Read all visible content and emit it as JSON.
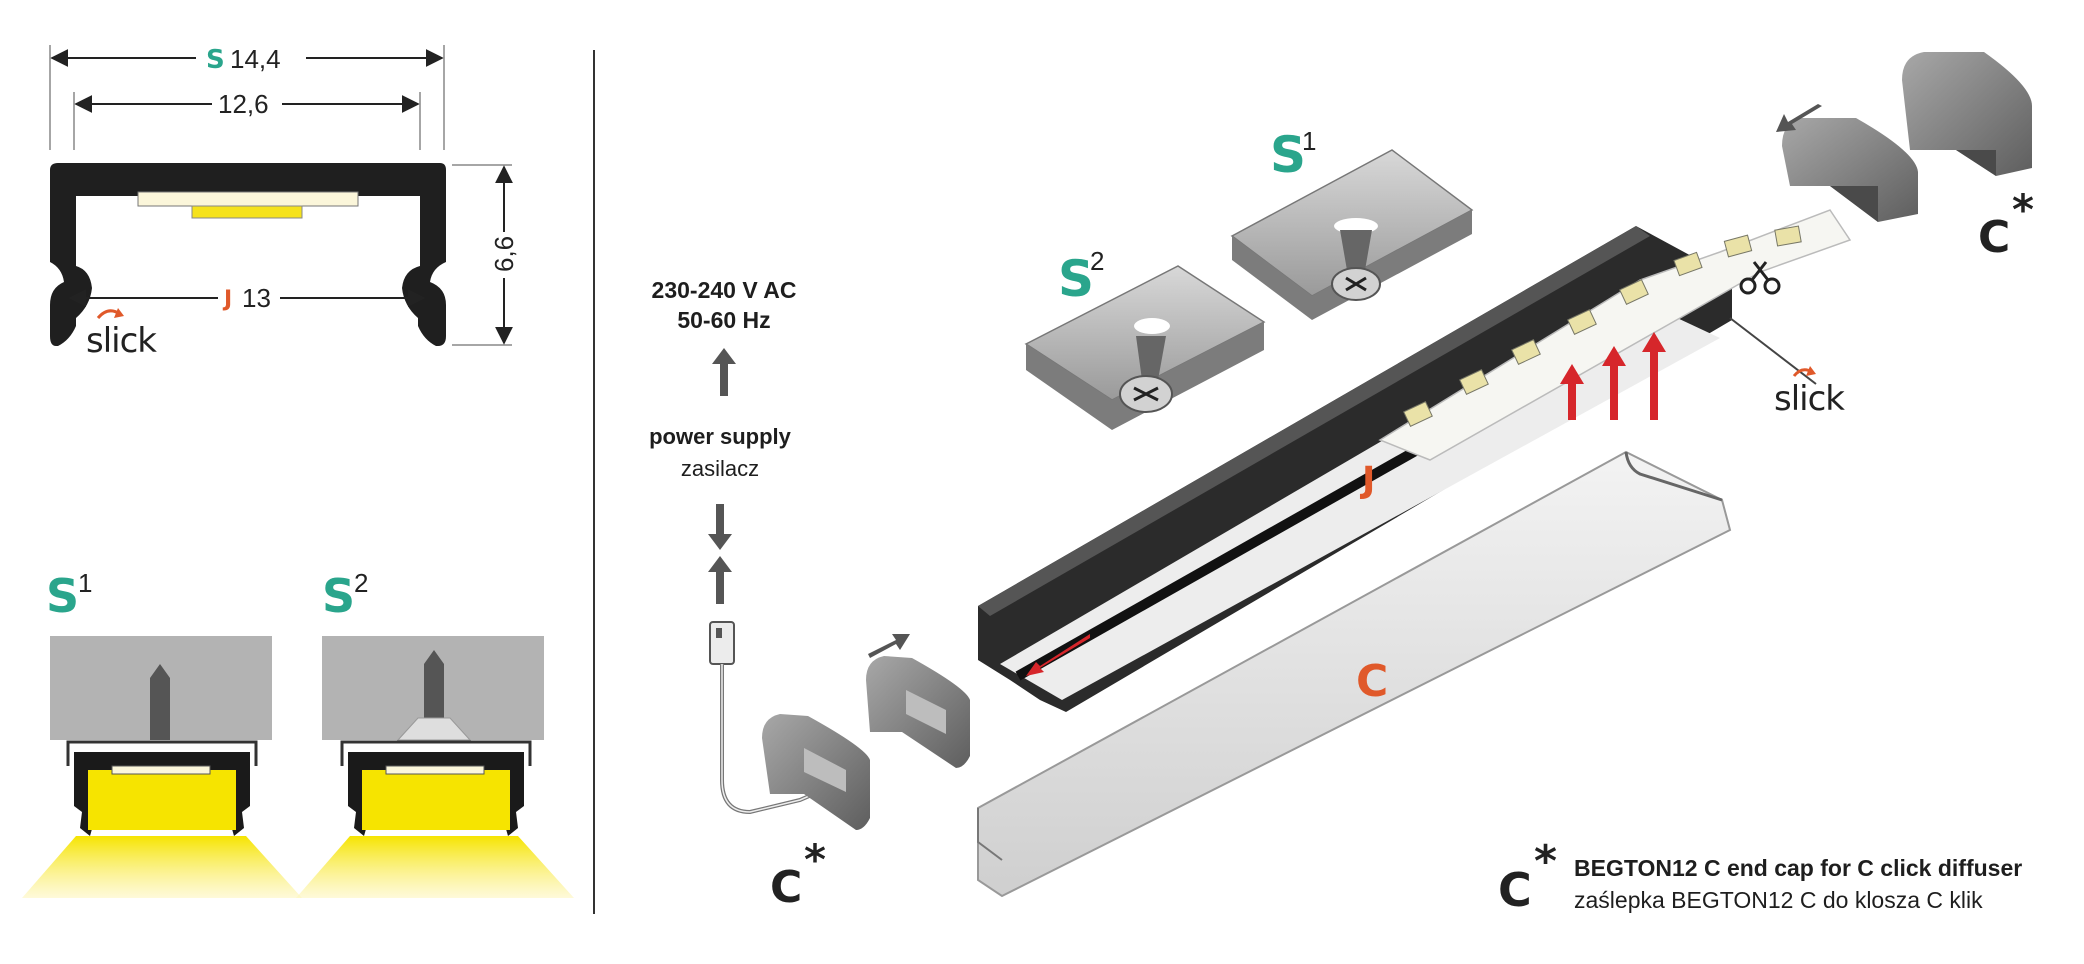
{
  "dimensions": {
    "outer_width_letter": "S",
    "outer_width_value": "14,4",
    "inner_width_value": "12,6",
    "height_value": "6,6",
    "strip_width_letter": "J",
    "strip_width_value": "13"
  },
  "brand": {
    "logo_text": "slick"
  },
  "section_views": {
    "mount1_label": "S",
    "mount1_sup": "1",
    "mount2_label": "S",
    "mount2_sup": "2"
  },
  "power": {
    "voltage": "230-240 V AC",
    "frequency": "50-60 Hz",
    "label_en": "power supply",
    "label_pl": "zasilacz"
  },
  "exploded": {
    "mount1_label": "S",
    "mount1_sup": "1",
    "mount2_label": "S",
    "mount2_sup": "2",
    "strip_label": "J",
    "diffuser_label": "C",
    "endcap_label": "C",
    "endcap_mark": "*"
  },
  "legend": {
    "code": "C",
    "mark": "*",
    "title_en": "BEGTON12 C end cap for C click diffuser",
    "title_pl": "zaślepka BEGTON12 C do klosza C klik"
  },
  "colors": {
    "teal": "#2aa58c",
    "orange": "#e0592a",
    "profile_black": "#1f1f1f",
    "led_yellow": "#f5e21c",
    "arrow_red": "#d6262b"
  }
}
